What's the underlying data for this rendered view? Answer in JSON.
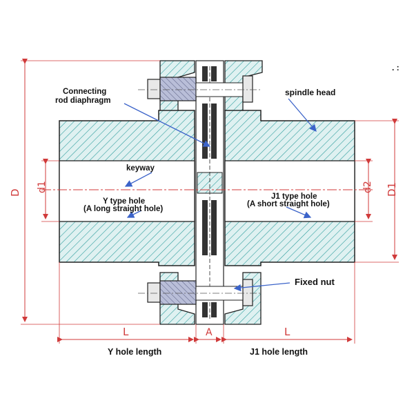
{
  "colors": {
    "hatch_teal": "#2f9e9e",
    "body_fill": "#dff1f1",
    "bolt_fill": "#b9bed8",
    "dim_red": "#d03a3a",
    "label_blue": "#3b63c9",
    "outline": "#222222"
  },
  "labels": {
    "connecting_rod_diaphragm_line1": "Connecting",
    "connecting_rod_diaphragm_line2": "rod diaphragm",
    "spindle_head": "spindle head",
    "keyway": "keyway",
    "y_type_hole_line1": "Y type hole",
    "y_type_hole_line2": "(A long straight hole)",
    "j1_type_hole_line1": "J1 type hole",
    "j1_type_hole_line2": "(A short straight hole)",
    "fixed_nut": "Fixed nut",
    "y_hole_length": "Y hole length",
    "j1_hole_length": "J1 hole length"
  },
  "dimensions": {
    "D": "D",
    "d1": "d1",
    "d2": "d2",
    "D1": "D1",
    "L_left": "L",
    "A": "A",
    "L_right": "L"
  },
  "corner_mark": ". :"
}
